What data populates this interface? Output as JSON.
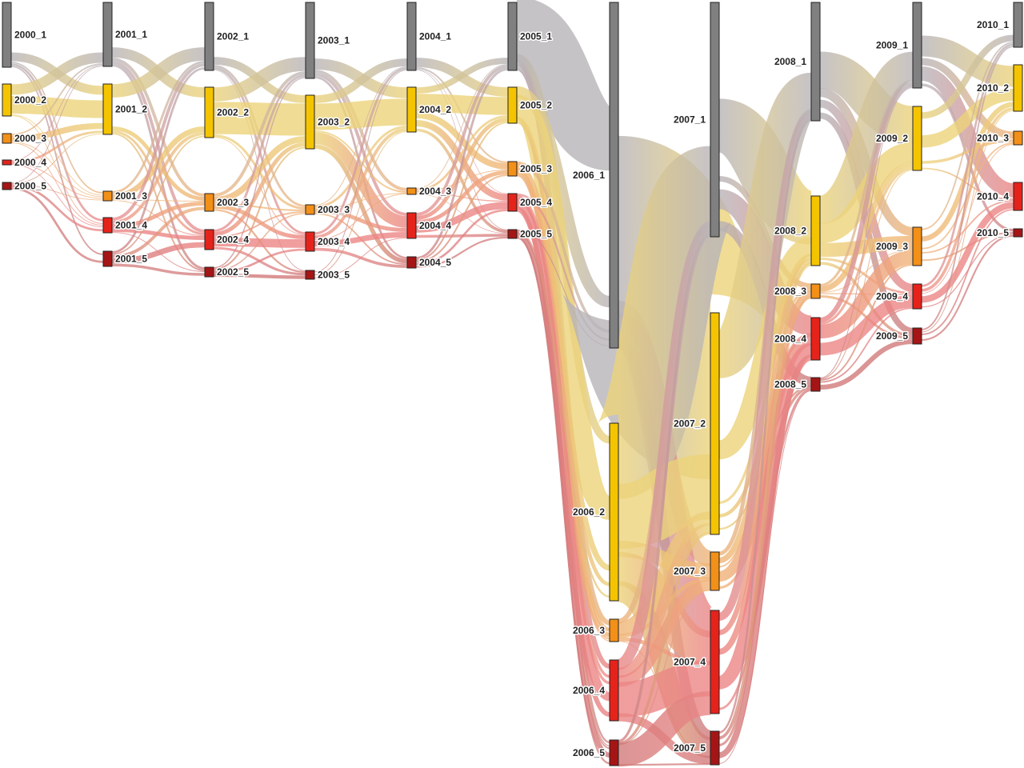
{
  "colors": {
    "level_1": "#808080",
    "level_2": "#F5C400",
    "level_3": "#F39018",
    "level_4": "#E5231B",
    "level_5": "#A51515",
    "flow_1": "#b8b4b8",
    "flow_2": "#ecd37a",
    "flow_3": "#f0b478",
    "flow_4": "#ec8585",
    "flow_5": "#d27a7a"
  },
  "nodes": [
    {
      "id": "2000_1",
      "label": "2000_1",
      "year": 2000,
      "level": 1,
      "value": 81
    },
    {
      "id": "2000_2",
      "label": "2000_2",
      "year": 2000,
      "level": 2,
      "value": 40
    },
    {
      "id": "2000_3",
      "label": "2000_3",
      "year": 2000,
      "level": 3,
      "value": 12
    },
    {
      "id": "2000_4",
      "label": "2000_4",
      "year": 2000,
      "level": 4,
      "value": 6
    },
    {
      "id": "2000_5",
      "label": "2000_5",
      "year": 2000,
      "level": 5,
      "value": 9
    },
    {
      "id": "2001_1",
      "label": "2001_1",
      "year": 2001,
      "level": 1,
      "value": 80
    },
    {
      "id": "2001_2",
      "label": "2001_2",
      "year": 2001,
      "level": 2,
      "value": 63
    },
    {
      "id": "2001_3",
      "label": "2001_3",
      "year": 2001,
      "level": 3,
      "value": 12
    },
    {
      "id": "2001_4",
      "label": "2001_4",
      "year": 2001,
      "level": 4,
      "value": 19
    },
    {
      "id": "2001_5",
      "label": "2001_5",
      "year": 2001,
      "level": 5,
      "value": 19
    },
    {
      "id": "2002_1",
      "label": "2002_1",
      "year": 2002,
      "level": 1,
      "value": 85
    },
    {
      "id": "2002_2",
      "label": "2002_2",
      "year": 2002,
      "level": 2,
      "value": 63
    },
    {
      "id": "2002_3",
      "label": "2002_3",
      "year": 2002,
      "level": 3,
      "value": 22
    },
    {
      "id": "2002_4",
      "label": "2002_4",
      "year": 2002,
      "level": 4,
      "value": 25
    },
    {
      "id": "2002_5",
      "label": "2002_5",
      "year": 2002,
      "level": 5,
      "value": 12
    },
    {
      "id": "2003_1",
      "label": "2003_1",
      "year": 2003,
      "level": 1,
      "value": 95
    },
    {
      "id": "2003_2",
      "label": "2003_2",
      "year": 2003,
      "level": 2,
      "value": 67
    },
    {
      "id": "2003_3",
      "label": "2003_3",
      "year": 2003,
      "level": 3,
      "value": 12
    },
    {
      "id": "2003_4",
      "label": "2003_4",
      "year": 2003,
      "level": 4,
      "value": 24
    },
    {
      "id": "2003_5",
      "label": "2003_5",
      "year": 2003,
      "level": 5,
      "value": 11
    },
    {
      "id": "2004_1",
      "label": "2004_1",
      "year": 2004,
      "level": 1,
      "value": 85
    },
    {
      "id": "2004_2",
      "label": "2004_2",
      "year": 2004,
      "level": 2,
      "value": 56
    },
    {
      "id": "2004_3",
      "label": "2004_3",
      "year": 2004,
      "level": 3,
      "value": 8
    },
    {
      "id": "2004_4",
      "label": "2004_4",
      "year": 2004,
      "level": 4,
      "value": 32
    },
    {
      "id": "2004_5",
      "label": "2004_5",
      "year": 2004,
      "level": 5,
      "value": 14
    },
    {
      "id": "2005_1",
      "label": "2005_1",
      "year": 2005,
      "level": 1,
      "value": 85
    },
    {
      "id": "2005_2",
      "label": "2005_2",
      "year": 2005,
      "level": 2,
      "value": 45
    },
    {
      "id": "2005_3",
      "label": "2005_3",
      "year": 2005,
      "level": 3,
      "value": 18
    },
    {
      "id": "2005_4",
      "label": "2005_4",
      "year": 2005,
      "level": 4,
      "value": 22
    },
    {
      "id": "2005_5",
      "label": "2005_5",
      "year": 2005,
      "level": 5,
      "value": 11
    },
    {
      "id": "2006_1",
      "label": "2006_1",
      "year": 2006,
      "level": 1,
      "value": 432
    },
    {
      "id": "2006_2",
      "label": "2006_2",
      "year": 2006,
      "level": 2,
      "value": 222
    },
    {
      "id": "2006_3",
      "label": "2006_3",
      "year": 2006,
      "level": 3,
      "value": 28
    },
    {
      "id": "2006_4",
      "label": "2006_4",
      "year": 2006,
      "level": 4,
      "value": 76
    },
    {
      "id": "2006_5",
      "label": "2006_5",
      "year": 2006,
      "level": 5,
      "value": 32
    },
    {
      "id": "2007_1",
      "label": "2007_1",
      "year": 2007,
      "level": 1,
      "value": 293
    },
    {
      "id": "2007_2",
      "label": "2007_2",
      "year": 2007,
      "level": 2,
      "value": 277
    },
    {
      "id": "2007_3",
      "label": "2007_3",
      "year": 2007,
      "level": 3,
      "value": 48
    },
    {
      "id": "2007_4",
      "label": "2007_4",
      "year": 2007,
      "level": 4,
      "value": 129
    },
    {
      "id": "2007_5",
      "label": "2007_5",
      "year": 2007,
      "level": 5,
      "value": 42
    },
    {
      "id": "2008_1",
      "label": "2008_1",
      "year": 2008,
      "level": 1,
      "value": 148
    },
    {
      "id": "2008_2",
      "label": "2008_2",
      "year": 2008,
      "level": 2,
      "value": 87
    },
    {
      "id": "2008_3",
      "label": "2008_3",
      "year": 2008,
      "level": 3,
      "value": 18
    },
    {
      "id": "2008_4",
      "label": "2008_4",
      "year": 2008,
      "level": 4,
      "value": 53
    },
    {
      "id": "2008_5",
      "label": "2008_5",
      "year": 2008,
      "level": 5,
      "value": 17
    },
    {
      "id": "2009_1",
      "label": "2009_1",
      "year": 2009,
      "level": 1,
      "value": 107
    },
    {
      "id": "2009_2",
      "label": "2009_2",
      "year": 2009,
      "level": 2,
      "value": 80
    },
    {
      "id": "2009_3",
      "label": "2009_3",
      "year": 2009,
      "level": 3,
      "value": 48
    },
    {
      "id": "2009_4",
      "label": "2009_4",
      "year": 2009,
      "level": 4,
      "value": 31
    },
    {
      "id": "2009_5",
      "label": "2009_5",
      "year": 2009,
      "level": 5,
      "value": 20
    },
    {
      "id": "2010_1",
      "label": "2010_1",
      "year": 2010,
      "level": 1,
      "value": 56
    },
    {
      "id": "2010_2",
      "label": "2010_2",
      "year": 2010,
      "level": 2,
      "value": 58
    },
    {
      "id": "2010_3",
      "label": "2010_3",
      "year": 2010,
      "level": 3,
      "value": 17
    },
    {
      "id": "2010_4",
      "label": "2010_4",
      "year": 2010,
      "level": 4,
      "value": 35
    },
    {
      "id": "2010_5",
      "label": "2010_5",
      "year": 2010,
      "level": 5,
      "value": 10
    }
  ],
  "flow_matrix": {
    "2000": [
      [
        62,
        12,
        2,
        3,
        2
      ],
      [
        14,
        24,
        1,
        1,
        0
      ],
      [
        2,
        8,
        1,
        1,
        0
      ],
      [
        1,
        3,
        1,
        1,
        0
      ],
      [
        1,
        1,
        1,
        3,
        3
      ]
    ],
    "2001": [
      [
        56,
        13,
        4,
        4,
        3
      ],
      [
        17,
        36,
        5,
        3,
        2
      ],
      [
        3,
        7,
        1,
        1,
        0
      ],
      [
        4,
        4,
        5,
        5,
        1
      ],
      [
        5,
        3,
        7,
        12,
        6
      ]
    ],
    "2002": [
      [
        68,
        10,
        3,
        3,
        1
      ],
      [
        18,
        41,
        3,
        1,
        0
      ],
      [
        4,
        8,
        2,
        5,
        3
      ],
      [
        3,
        5,
        2,
        11,
        4
      ],
      [
        2,
        3,
        2,
        4,
        6
      ]
    ],
    "2003": [
      [
        70,
        14,
        4,
        4,
        3
      ],
      [
        10,
        34,
        2,
        15,
        6
      ],
      [
        1,
        3,
        1,
        5,
        2
      ],
      [
        3,
        4,
        1,
        7,
        4
      ],
      [
        1,
        1,
        0,
        1,
        0
      ]
    ],
    "2004": [
      [
        69,
        12,
        2,
        1,
        1
      ],
      [
        8,
        23,
        8,
        12,
        5
      ],
      [
        1,
        3,
        1,
        2,
        1
      ],
      [
        4,
        5,
        5,
        13,
        5
      ],
      [
        3,
        2,
        2,
        4,
        3
      ]
    ],
    "2005": [
      [
        65,
        8,
        5,
        5,
        2
      ],
      [
        12,
        25,
        4,
        3,
        1
      ],
      [
        2,
        4,
        3,
        2,
        1
      ],
      [
        2,
        4,
        2,
        9,
        5
      ],
      [
        1,
        2,
        1,
        5,
        2
      ]
    ],
    "2006": [
      [
        190,
        185,
        16,
        30,
        11
      ],
      [
        84,
        65,
        16,
        34,
        23
      ],
      [
        5,
        14,
        4,
        4,
        1
      ],
      [
        11,
        10,
        11,
        35,
        9
      ],
      [
        3,
        3,
        1,
        26,
        2
      ]
    ],
    "2007": [
      [
        93,
        122,
        11,
        40,
        27
      ],
      [
        41,
        43,
        5,
        7,
        5
      ],
      [
        4,
        13,
        3,
        21,
        7
      ],
      [
        8,
        12,
        12,
        27,
        6
      ],
      [
        2,
        7,
        5,
        12,
        2
      ]
    ],
    "2008": [
      [
        62,
        45,
        11,
        17,
        13
      ],
      [
        35,
        24,
        17,
        5,
        6
      ],
      [
        3,
        7,
        1,
        2,
        5
      ],
      [
        6,
        3,
        17,
        27,
        0
      ],
      [
        1,
        1,
        2,
        3,
        10
      ]
    ],
    "2009": [
      [
        40,
        29,
        10,
        20,
        8
      ],
      [
        9,
        17,
        4,
        2,
        0
      ],
      [
        2,
        7,
        2,
        2,
        5
      ],
      [
        3,
        4,
        1,
        9,
        3
      ],
      [
        2,
        1,
        0,
        2,
        5
      ]
    ]
  }
}
